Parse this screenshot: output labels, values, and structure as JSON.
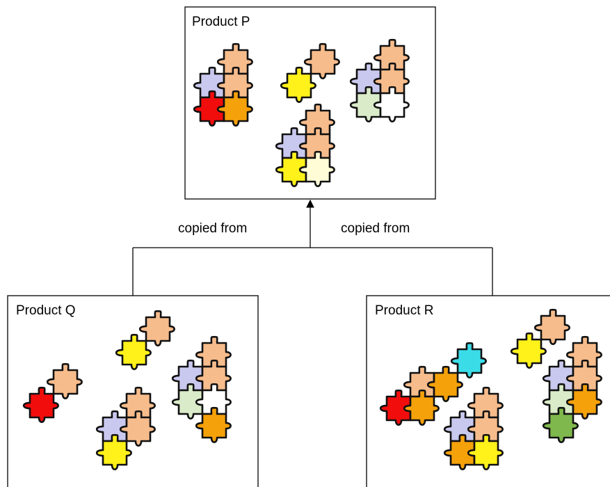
{
  "diagram": {
    "product_p": {
      "title": "Product P",
      "clusters": [
        {
          "pieces": [
            {
              "color": "lavender",
              "r": 0,
              "c": 0
            },
            {
              "color": "peach",
              "r": -1,
              "c": 1
            },
            {
              "color": "peach",
              "r": 0,
              "c": 1
            },
            {
              "color": "red",
              "r": 1,
              "c": 0
            },
            {
              "color": "orange",
              "r": 1,
              "c": 1
            }
          ]
        },
        {
          "pieces": [
            {
              "color": "peach",
              "r": -1,
              "c": 1
            },
            {
              "color": "yellow",
              "r": 0,
              "c": 0
            }
          ]
        },
        {
          "pieces": [
            {
              "color": "lavender",
              "r": 0,
              "c": 0
            },
            {
              "color": "peach",
              "r": -1,
              "c": 1
            },
            {
              "color": "peach",
              "r": 0,
              "c": 1
            },
            {
              "color": "sage",
              "r": 1,
              "c": 0
            },
            {
              "color": "white",
              "r": 1,
              "c": 1
            }
          ]
        },
        {
          "pieces": [
            {
              "color": "lavender",
              "r": 0,
              "c": 0
            },
            {
              "color": "peach",
              "r": -1,
              "c": 1
            },
            {
              "color": "peach",
              "r": 0,
              "c": 1
            },
            {
              "color": "yellow",
              "r": 1,
              "c": 0
            },
            {
              "color": "cream",
              "r": 1,
              "c": 1
            }
          ]
        }
      ]
    },
    "product_q": {
      "title": "Product Q",
      "clusters": [
        {
          "pieces": [
            {
              "color": "peach",
              "r": -1,
              "c": 1
            },
            {
              "color": "red",
              "r": 0,
              "c": 0
            }
          ]
        },
        {
          "pieces": [
            {
              "color": "peach",
              "r": -1,
              "c": 1
            },
            {
              "color": "yellow",
              "r": 0,
              "c": 0
            }
          ]
        },
        {
          "pieces": [
            {
              "color": "lavender",
              "r": 0,
              "c": 0
            },
            {
              "color": "peach",
              "r": -1,
              "c": 1
            },
            {
              "color": "peach",
              "r": 0,
              "c": 1
            },
            {
              "color": "yellow",
              "r": 1,
              "c": 0
            }
          ]
        },
        {
          "pieces": [
            {
              "color": "lavender",
              "r": 0,
              "c": 0
            },
            {
              "color": "peach",
              "r": -1,
              "c": 1
            },
            {
              "color": "peach",
              "r": 0,
              "c": 1
            },
            {
              "color": "sage",
              "r": 1,
              "c": 0
            },
            {
              "color": "white",
              "r": 1,
              "c": 1
            },
            {
              "color": "orange",
              "r": 2,
              "c": 1
            }
          ]
        }
      ]
    },
    "product_r": {
      "title": "Product R",
      "clusters": [
        {
          "pieces": [
            {
              "color": "peach",
              "r": -1,
              "c": 1
            },
            {
              "color": "yellow",
              "r": 0,
              "c": 0
            }
          ]
        },
        {
          "pieces": [
            {
              "color": "peach",
              "r": -1,
              "c": 1
            },
            {
              "color": "orange",
              "r": -1,
              "c": 2
            },
            {
              "color": "cyan",
              "r": -2,
              "c": 3
            },
            {
              "color": "red",
              "r": 0,
              "c": 0
            },
            {
              "color": "orange",
              "r": 0,
              "c": 1
            }
          ]
        },
        {
          "pieces": [
            {
              "color": "lavender",
              "r": 0,
              "c": 0
            },
            {
              "color": "peach",
              "r": -1,
              "c": 1
            },
            {
              "color": "peach",
              "r": 0,
              "c": 1
            },
            {
              "color": "orange",
              "r": 1,
              "c": 0
            },
            {
              "color": "yellow",
              "r": 1,
              "c": 1
            }
          ]
        },
        {
          "pieces": [
            {
              "color": "lavender",
              "r": 0,
              "c": 0
            },
            {
              "color": "peach",
              "r": -1,
              "c": 1
            },
            {
              "color": "peach",
              "r": 0,
              "c": 1
            },
            {
              "color": "sage",
              "r": 1,
              "c": 0
            },
            {
              "color": "orange",
              "r": 1,
              "c": 1
            },
            {
              "color": "green",
              "r": 2,
              "c": 0
            }
          ]
        }
      ]
    },
    "edges": {
      "left_label": "copied from",
      "right_label": "copied from"
    },
    "colors": {
      "lavender": "#C9C8EE",
      "peach": "#F7BC8C",
      "red": "#F20D0D",
      "orange": "#F5A10A",
      "yellow": "#FFF11A",
      "sage": "#D9EBC8",
      "white": "#FFFFFF",
      "cream": "#FFFCD6",
      "cyan": "#3ADCE8",
      "green": "#7FB84D"
    }
  }
}
